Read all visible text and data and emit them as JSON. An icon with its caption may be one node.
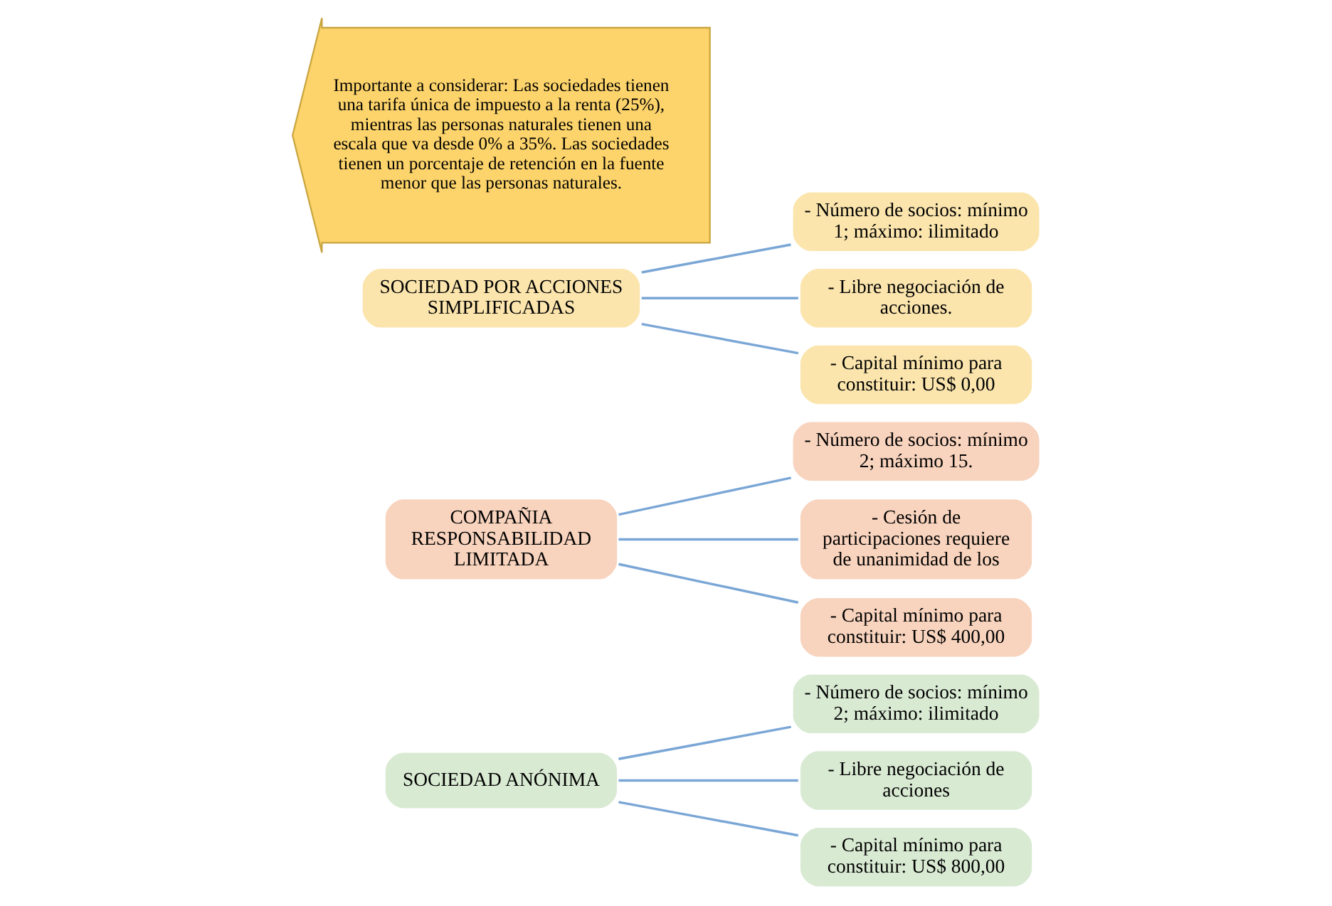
{
  "diagram": {
    "nodes": [
      {
        "text": [
          "SOCIEDAD ANÓNIMA"
        ]
      },
      {
        "text": [
          "- Número de socios: mínimo 2; máximo: ilimitado"
        ]
      },
      {
        "text": [
          "- Libre negociación de acciones"
        ]
      },
      {
        "text": [
          "- Capital mínimo para constituir: US$ 800,00"
        ]
      },
      {
        "text": [
          "COMPAÑIA RESPONSABILIDAD LIMITADA"
        ]
      },
      {
        "text": [
          "- Número de socios: mínimo 2; máximo 15."
        ]
      },
      {
        "text": [
          "- Cesión de participaciones requiere de unanimidad de los"
        ]
      },
      {
        "text": [
          "- Capital mínimo para constituir: US$ 400,00"
        ]
      },
      {
        "text": [
          "SOCIEDAD POR ACCIONES SIMPLIFICADAS"
        ]
      },
      {
        "text": [
          "- Número de socios: mínimo 1; máximo: ilimitado"
        ]
      },
      {
        "text": [
          "- Libre negociación de acciones."
        ]
      },
      {
        "text": [
          "- Capital mínimo para constituir: US$ 0,00"
        ]
      },
      {
        "text": [
          "Importante a considerar: Las sociedades tienen una tarifa única de impuesto a la renta (25%), mientras las personas naturales tienen una escala que va desde 0% a 35%. Las sociedades tienen un porcentaje de retención en la fuente menor que las personas naturales."
        ]
      }
    ],
    "edges": [
      {
        "from": 0,
        "to": 1,
        "arrow": "none"
      },
      {
        "from": 0,
        "to": 2,
        "arrow": "none"
      },
      {
        "from": 0,
        "to": 3,
        "arrow": "none"
      },
      {
        "from": 4,
        "to": 5,
        "arrow": "none"
      },
      {
        "from": 4,
        "to": 6,
        "arrow": "none"
      },
      {
        "from": 4,
        "to": 7,
        "arrow": "none"
      },
      {
        "from": 8,
        "to": 9,
        "arrow": "none"
      },
      {
        "from": 8,
        "to": 10,
        "arrow": "none"
      },
      {
        "from": 8,
        "to": 11,
        "arrow": "none"
      }
    ]
  }
}
